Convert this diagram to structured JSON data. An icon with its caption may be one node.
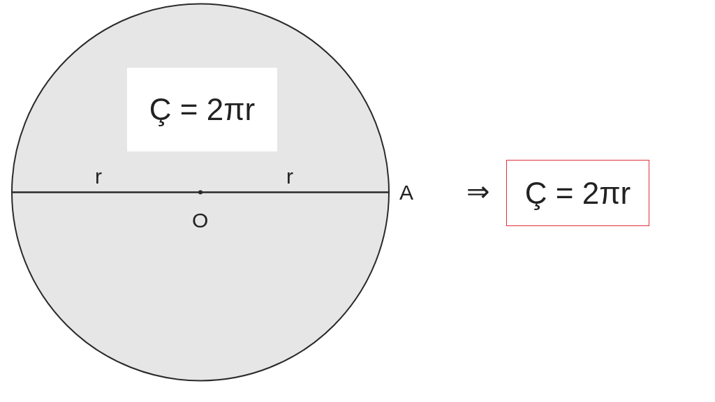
{
  "diagram": {
    "nodes": [
      {
        "text": [],
        "shape": "circle"
      },
      {
        "text": [
          "Ç = 2πr"
        ],
        "in": 0
      },
      {
        "text": [
          "Ç = 2πr"
        ]
      }
    ],
    "labels": [
      "r",
      "r",
      "A",
      "O",
      "⇒"
    ]
  }
}
